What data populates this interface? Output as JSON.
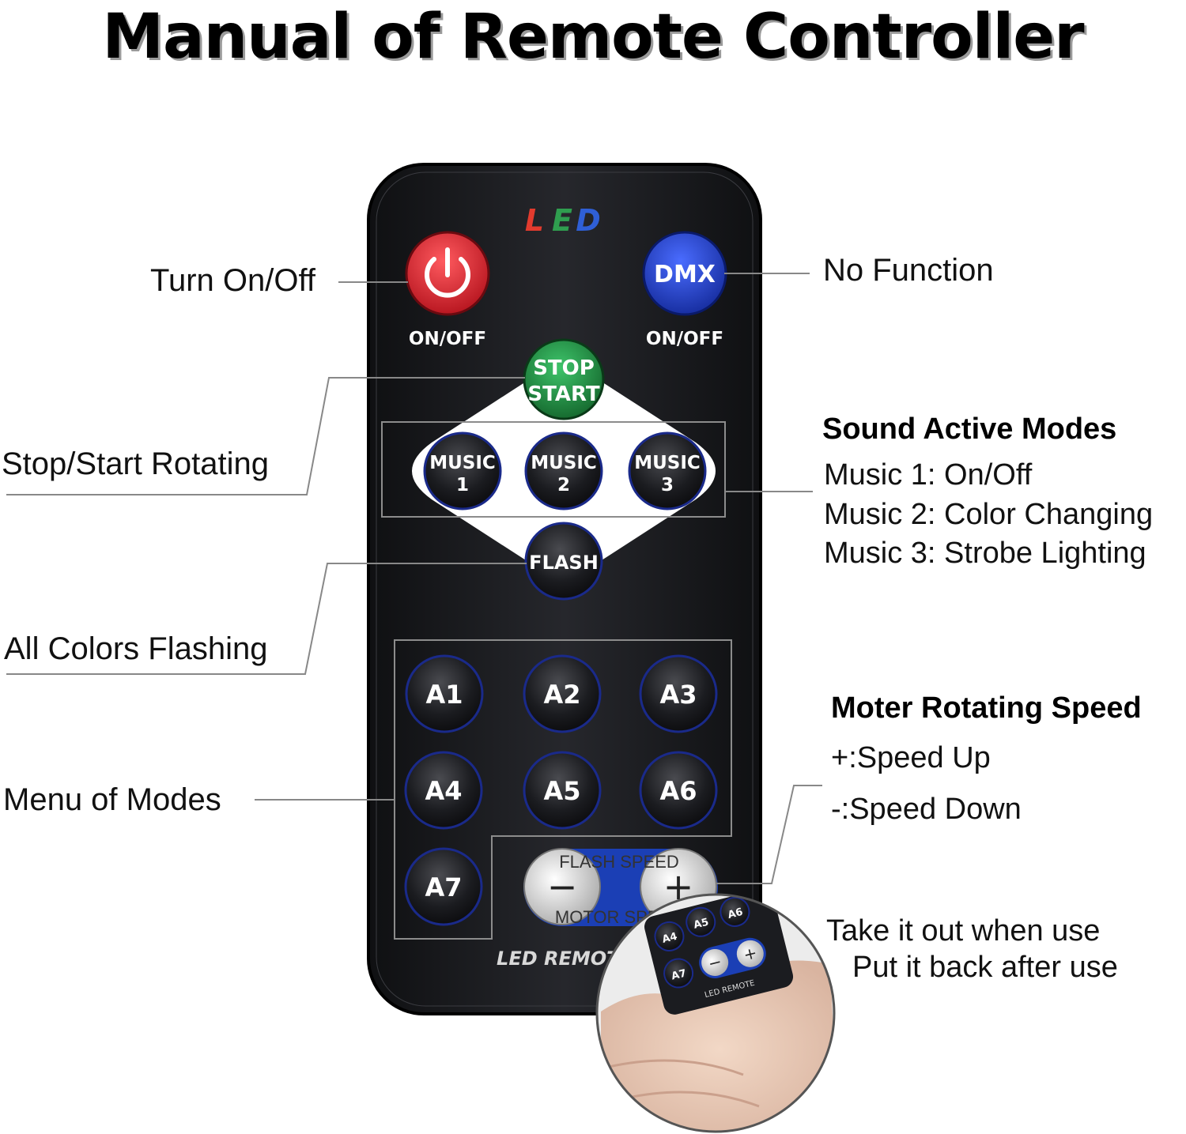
{
  "title": "Manual of Remote Controller",
  "remote": {
    "brand_letters": [
      "L",
      "E",
      "D"
    ],
    "brand_colors": [
      "#e23b2e",
      "#2f9e4f",
      "#2f5fd6"
    ],
    "power_label": "ON/OFF",
    "dmx_button": "DMX",
    "dmx_label": "ON/OFF",
    "stop_start": [
      "STOP",
      "START"
    ],
    "music_buttons": [
      {
        "line1": "MUSIC",
        "line2": "1"
      },
      {
        "line1": "MUSIC",
        "line2": "2"
      },
      {
        "line1": "MUSIC",
        "line2": "3"
      }
    ],
    "flash_button": "FLASH",
    "mode_buttons": [
      "A1",
      "A2",
      "A3",
      "A4",
      "A5",
      "A6",
      "A7"
    ],
    "speed_top_label": "FLASH SPEED",
    "speed_bottom_label": "MOTOR SPEED",
    "minus_symbol": "−",
    "plus_symbol": "+",
    "footer": "LED REMOTE",
    "colors": {
      "power": "#d8202a",
      "dmx": "#1f3fc0",
      "stop": "#1f8a3a",
      "body": "#1c1d21"
    }
  },
  "callouts": {
    "turn_on_off": "Turn On/Off",
    "no_function": "No Function",
    "stop_start_rotating": "Stop/Start Rotating",
    "all_colors_flashing": "All Colors Flashing",
    "menu_of_modes": "Menu of Modes"
  },
  "sound_active": {
    "heading": "Sound Active Modes",
    "items": [
      "Music 1: On/Off",
      "Music 2: Color Changing",
      "Music 3: Strobe Lighting"
    ]
  },
  "motor_speed": {
    "heading": "Moter Rotating Speed",
    "items": [
      "+:Speed Up",
      "-:Speed Down"
    ]
  },
  "inset": {
    "line1": "Take it out when use",
    "line2": "Put it back after use",
    "mini_buttons": [
      "A4",
      "A5",
      "A6",
      "A7"
    ],
    "mini_footer": "LED REMOTE"
  }
}
